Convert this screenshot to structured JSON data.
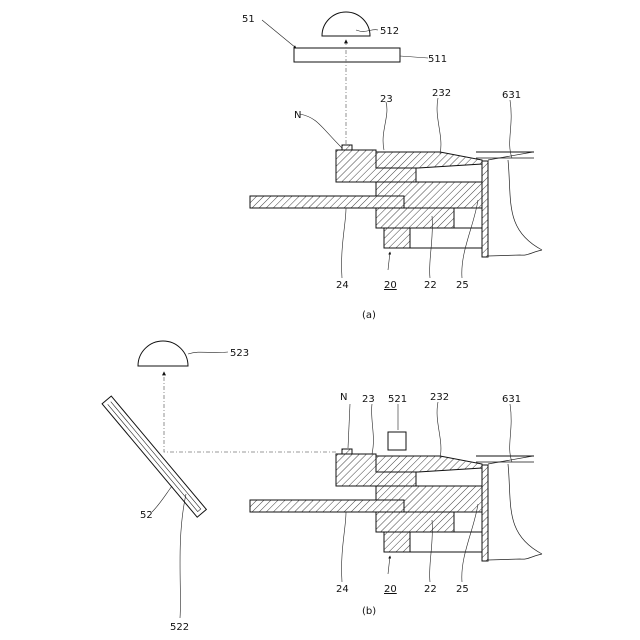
{
  "figure_a": {
    "caption": "(a)",
    "labels": {
      "l51": "51",
      "l512": "512",
      "l511": "511",
      "lN": "N",
      "l23": "23",
      "l232": "232",
      "l631": "631",
      "l24": "24",
      "l20": "20",
      "l22": "22",
      "l25": "25"
    }
  },
  "figure_b": {
    "caption": "(b)",
    "labels": {
      "l523": "523",
      "lN": "N",
      "l23": "23",
      "l521": "521",
      "l232": "232",
      "l631": "631",
      "l52": "52",
      "l522": "522",
      "l24": "24",
      "l20": "20",
      "l22": "22",
      "l25": "25"
    }
  }
}
